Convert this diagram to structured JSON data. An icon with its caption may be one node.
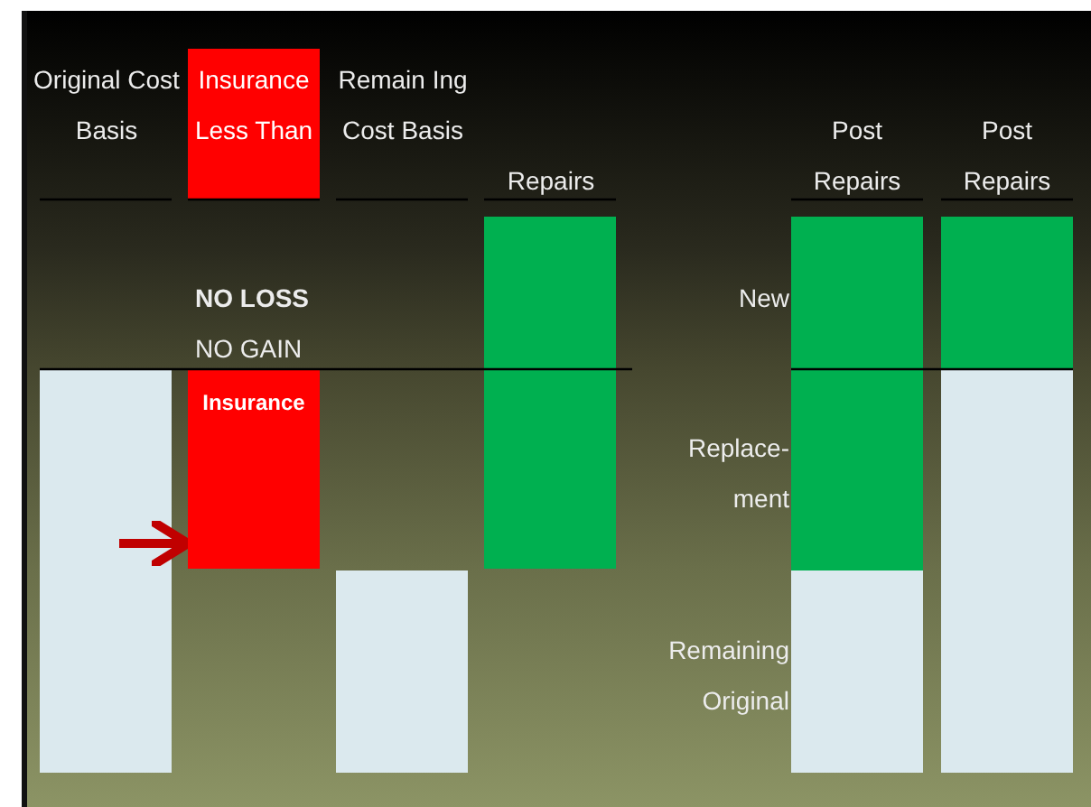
{
  "diagram": {
    "nodes": [
      {
        "text": [
          "Insurance Less Than"
        ]
      },
      {
        "text": [],
        "shape": "bar"
      },
      {
        "text": [],
        "shape": "bar"
      },
      {
        "text": [],
        "shape": "bar"
      },
      {
        "text": [],
        "shape": "bar"
      },
      {
        "text": [
          "Insurance"
        ]
      },
      {
        "text": [],
        "shape": "bar"
      },
      {
        "text": [],
        "shape": "bar"
      },
      {
        "text": [],
        "shape": "bar"
      }
    ],
    "edges": [
      {
        "from": 4,
        "to": 5,
        "arrow": "to"
      }
    ],
    "labels": [
      "Original Cost Basis",
      "Remain Ing Cost Basis",
      "Post Repairs",
      "Post Repairs",
      "Repairs",
      "NO LOSS",
      "New",
      "NO GAIN",
      "Replace- ment",
      "Remaining Original"
    ]
  }
}
